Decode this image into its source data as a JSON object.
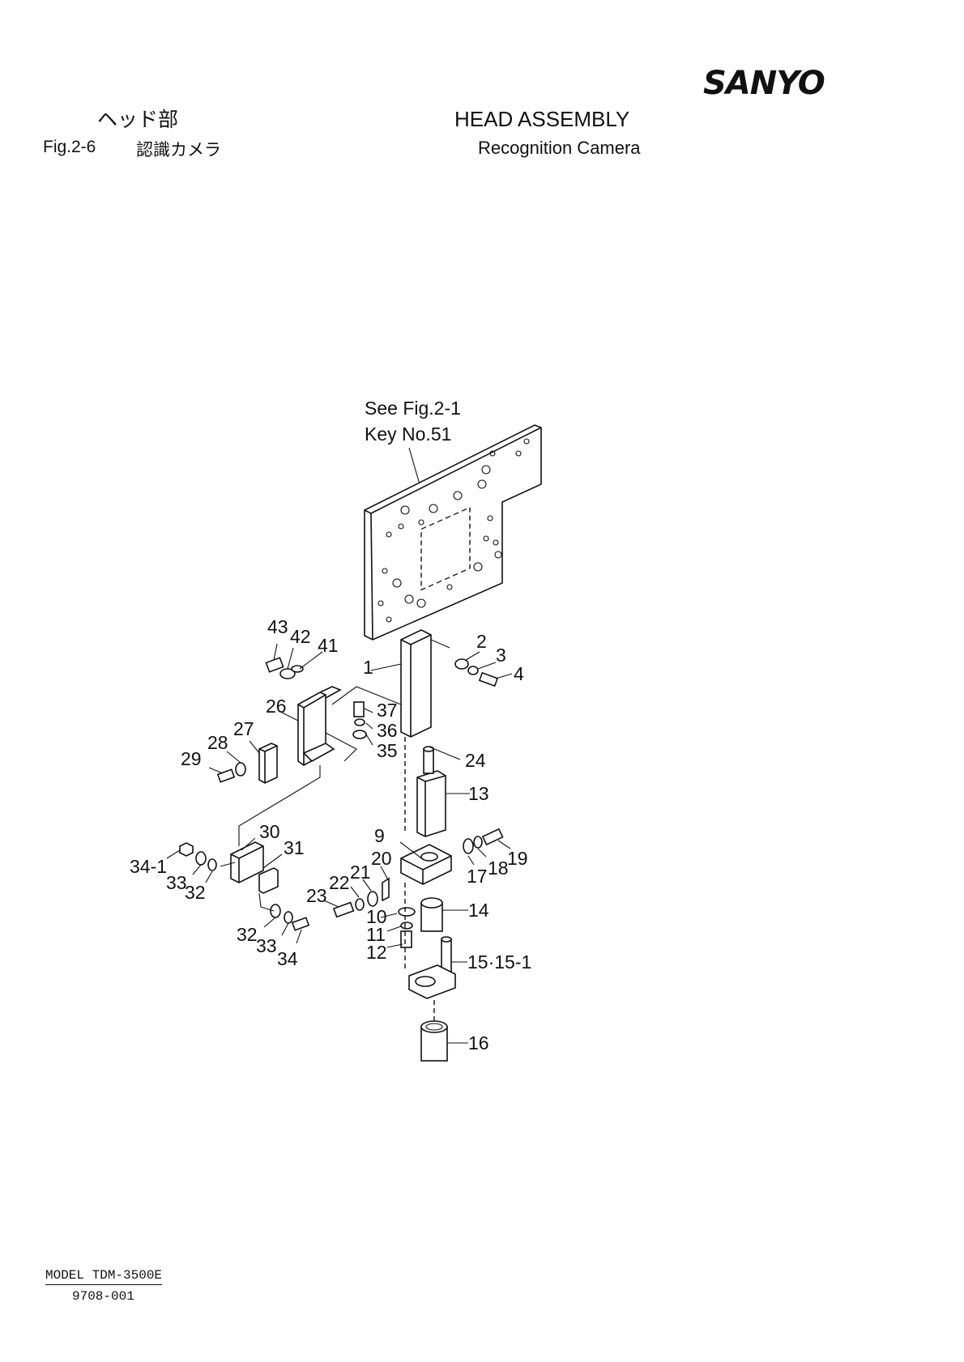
{
  "brand": "SANYO",
  "header": {
    "jp_title": "ヘッド部",
    "fig_number": "Fig.2-6",
    "jp_subtitle": "認識カメラ",
    "en_title": "HEAD ASSEMBLY",
    "en_subtitle": "Recognition Camera"
  },
  "diagram": {
    "reference_note": [
      "See Fig.2-1",
      "Key No.51"
    ],
    "callouts": [
      "1",
      "2",
      "3",
      "4",
      "9",
      "10",
      "11",
      "12",
      "13",
      "14",
      "15·15-1",
      "16",
      "17",
      "18",
      "19",
      "20",
      "21",
      "22",
      "23",
      "24",
      "26",
      "27",
      "28",
      "29",
      "30",
      "31",
      "32",
      "32",
      "33",
      "33",
      "34",
      "34-1",
      "35",
      "36",
      "37",
      "41",
      "42",
      "43"
    ]
  },
  "footer": {
    "model": "MODEL TDM-3500E",
    "doc_number": "9708-001"
  }
}
